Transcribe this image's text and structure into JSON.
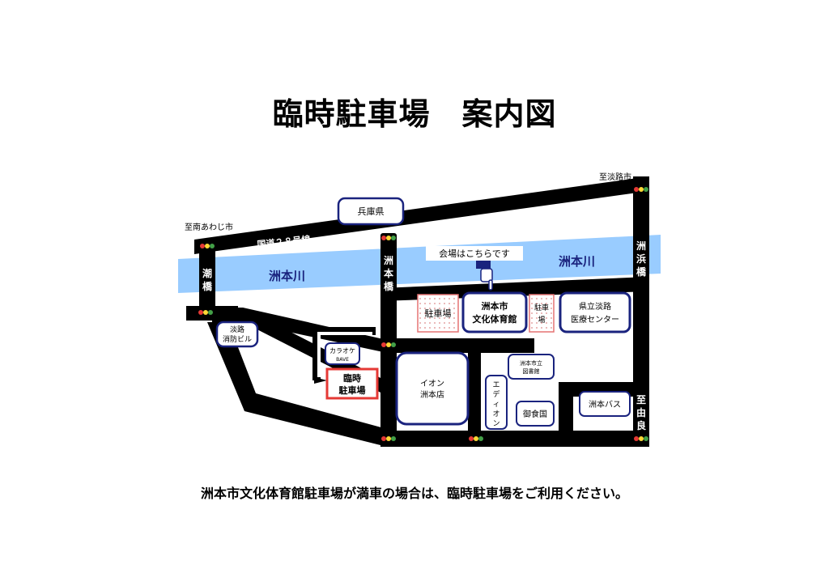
{
  "title": "臨時駐車場　案内図",
  "caption": "洲本市文化体育館駐車場が満車の場合は、臨時駐車場をご利用ください。",
  "directions": {
    "to_awaji_road": "至淡路市",
    "to_minamiawaji": "至南あわじ市",
    "to_yura": "至由良"
  },
  "roads": {
    "route28": "国道２８号線",
    "bridge_shio": "潮橋",
    "bridge_sumoto": "洲本橋",
    "bridge_suhama": "洲浜橋"
  },
  "river": {
    "name_left": "洲本川",
    "name_right": "洲本川"
  },
  "venue_callout": "会場はこちらです",
  "places": {
    "hyogo": "兵庫県",
    "fire_building": [
      "淡路",
      "消防ビル"
    ],
    "karaoke": [
      "カラオケ",
      "BAVE"
    ],
    "temp_parking": [
      "臨時",
      "駐車場"
    ],
    "parking_left": "駐車場",
    "culture_gym": [
      "洲本市",
      "文化体育館"
    ],
    "parking_right": [
      "駐車",
      "場"
    ],
    "medical_center": [
      "県立淡路",
      "医療センター"
    ],
    "aeon": [
      "イオン",
      "洲本店"
    ],
    "library": [
      "洲本市立",
      "図書館"
    ],
    "edion": "エディオン",
    "goshokukoku": "御食国",
    "bus": "洲本バス"
  },
  "colors": {
    "road": "#000000",
    "river": "#99ccff",
    "frame": "#1a237e",
    "temp_frame": "#e53935",
    "parking_frame": "#e57373",
    "signal_red": "#e53935",
    "signal_yellow": "#fdd835",
    "signal_green": "#43a047"
  }
}
